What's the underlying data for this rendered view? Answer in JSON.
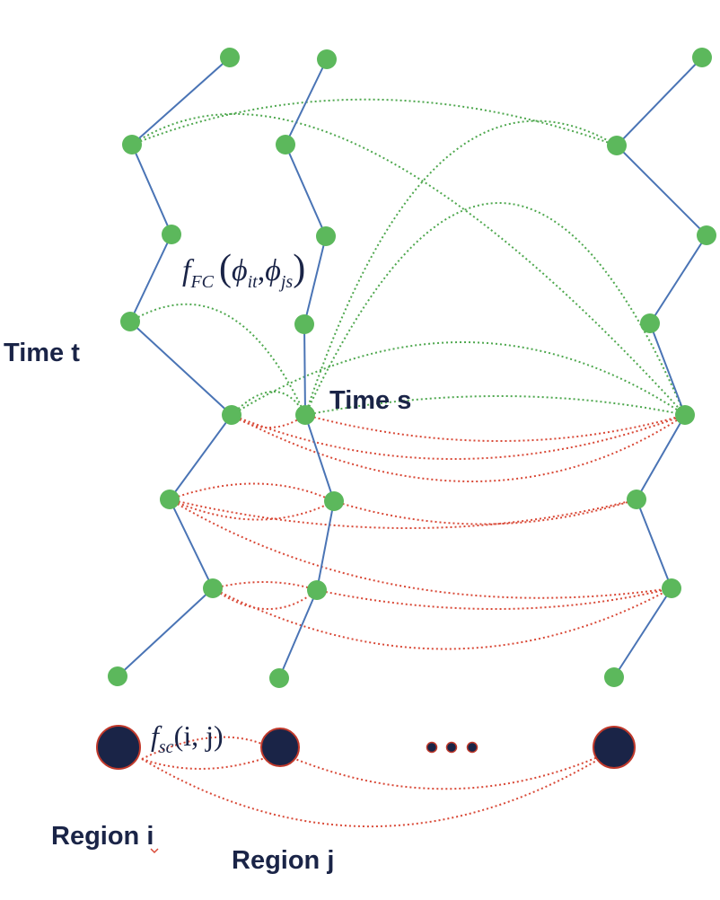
{
  "colors": {
    "node": "#5cb85c",
    "chain": "#4a74b5",
    "fc_edge": "#4fa84f",
    "sc_edge": "#d94a38",
    "region": "#1a2447",
    "region_outline": "#c0392b",
    "text": "#1a2447"
  },
  "labels": {
    "time_t": "Time t",
    "time_s": "Time s",
    "region_i": "Region i",
    "region_j": "Region j"
  },
  "formulas": {
    "fc": {
      "f": "f",
      "sub": "FC",
      "open": "(",
      "phi1": "ϕ",
      "sub1": "it",
      "comma": ",",
      "phi2": "ϕ",
      "sub2": "js",
      "close": ")"
    },
    "sc": {
      "f": "f",
      "sub": "sc",
      "args": "(i, j)"
    }
  },
  "ellipsis": "•••"
}
